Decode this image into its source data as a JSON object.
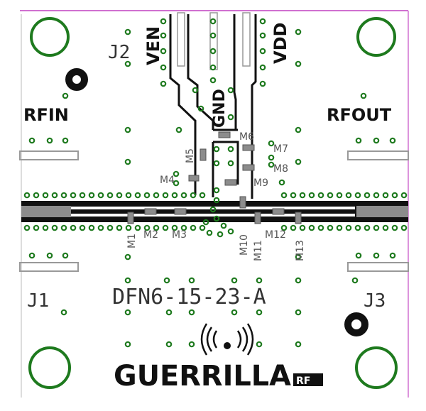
{
  "board": {
    "connectors": {
      "j1": "J1",
      "j2": "J2",
      "j3": "J3"
    },
    "ports": {
      "rfin": "RFIN",
      "rfout": "RFOUT",
      "ven": "VEN",
      "vdd": "VDD",
      "gnd": "GND"
    },
    "part_number": "DFN6-15-23-A",
    "components": [
      "M1",
      "M2",
      "M3",
      "M4",
      "M5",
      "M6",
      "M7",
      "M8",
      "M9",
      "M10",
      "M11",
      "M12",
      "M13"
    ],
    "logo": {
      "name": "GUERRILLA",
      "suffix": "RF"
    },
    "colors": {
      "via": "#1e7a1e",
      "trace": "#111111",
      "pad": "#8c8c8c",
      "outline": "#d070d0"
    }
  }
}
